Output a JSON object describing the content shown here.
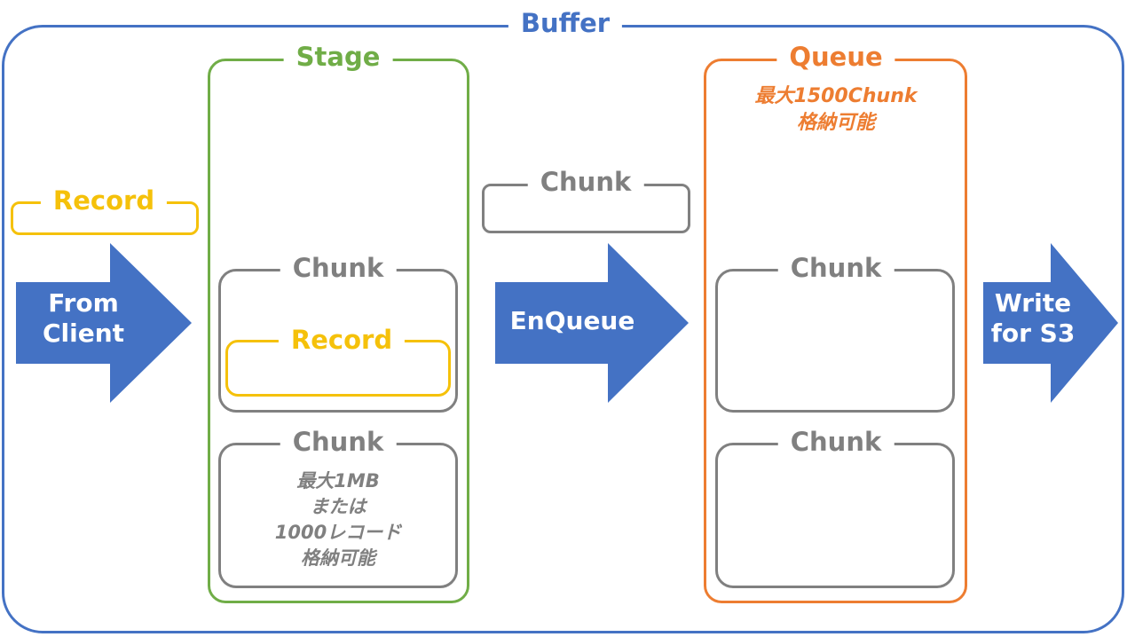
{
  "colors": {
    "buffer": "#4472C4",
    "stage": "#70AD47",
    "queue": "#ED7D31",
    "record": "#F5C10A",
    "chunk": "#808080",
    "arrow": "#4472C4",
    "arrow_text": "#FFFFFF"
  },
  "buffer": {
    "label": "Buffer"
  },
  "stage": {
    "label": "Stage",
    "chunk_top": {
      "label": "Chunk",
      "record_label": "Record"
    },
    "chunk_bottom": {
      "label": "Chunk",
      "note": "最大1MB\nまたは\n1000レコード\n格納可能"
    }
  },
  "queue": {
    "label": "Queue",
    "note": "最大1500Chunk\n格納可能",
    "chunk_top": {
      "label": "Chunk"
    },
    "chunk_bottom": {
      "label": "Chunk"
    }
  },
  "incoming_record": {
    "label": "Record"
  },
  "pending_chunk": {
    "label": "Chunk"
  },
  "arrows": {
    "from_client": "From\nClient",
    "enqueue": "EnQueue",
    "write": "Write\nfor S3"
  },
  "icons": {
    "arrows": "right-arrow-icon"
  }
}
